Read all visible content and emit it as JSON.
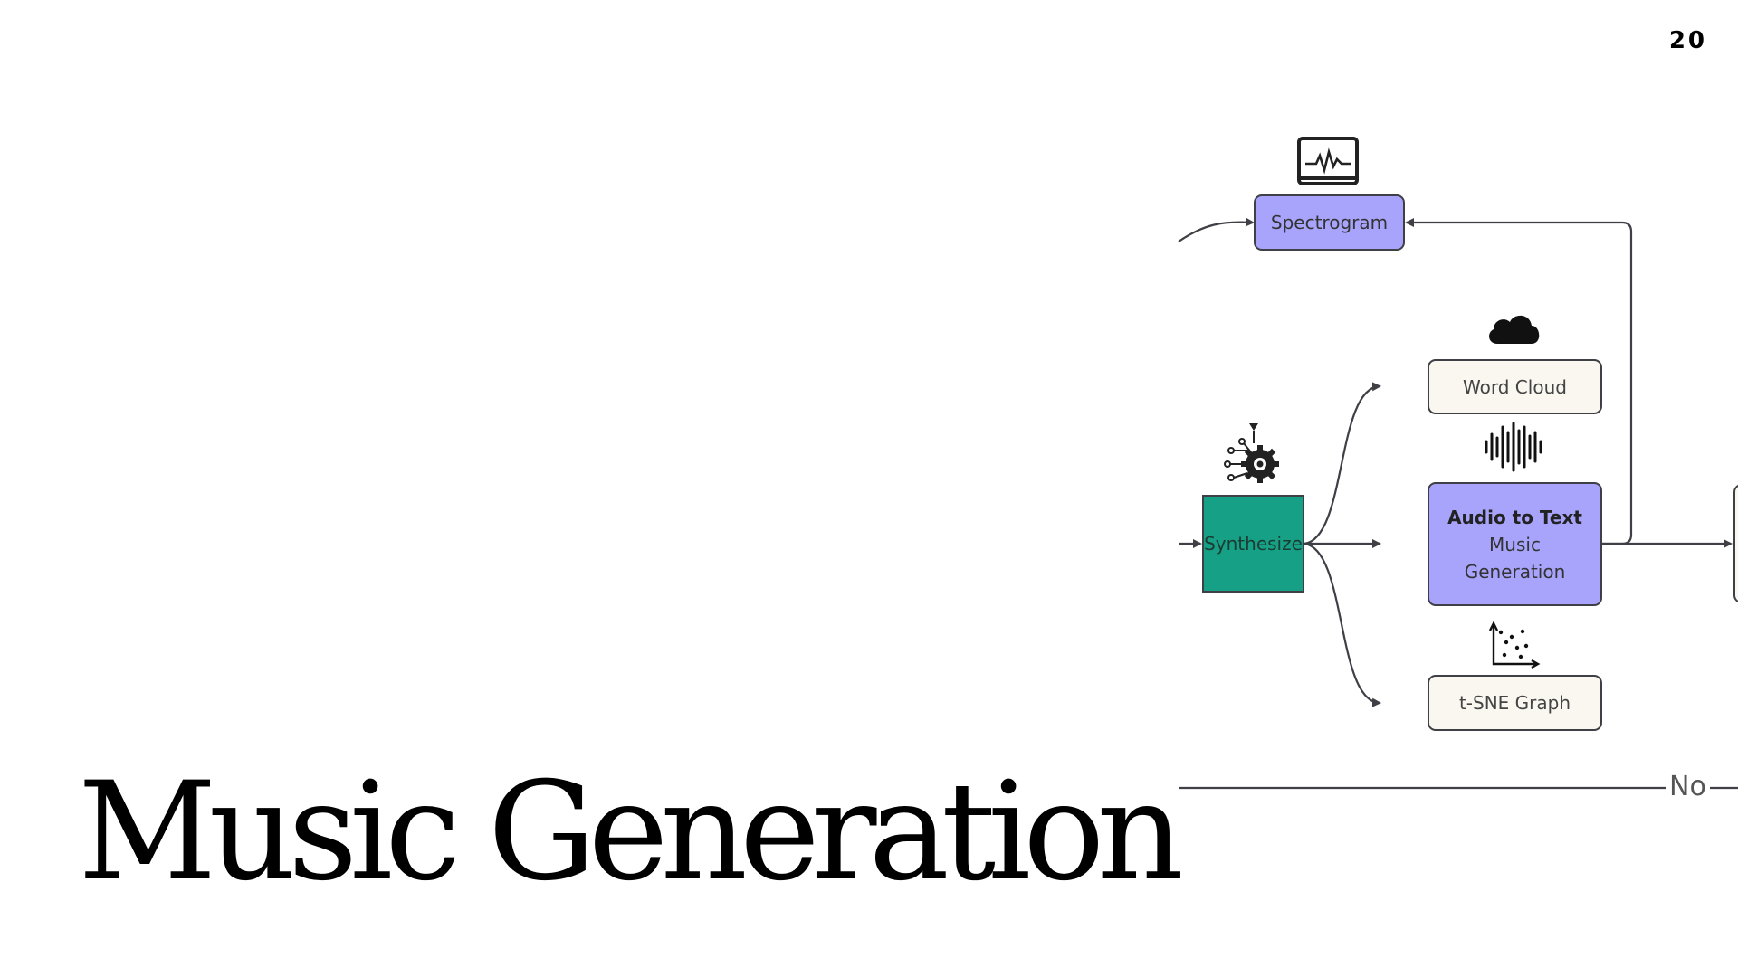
{
  "slide": {
    "page_number": "20",
    "title": "Music Generation"
  },
  "diagram": {
    "nodes": {
      "spectrogram": "Spectrogram",
      "word_cloud": "Word Cloud",
      "synthesize": "Synthesize",
      "audio_to_text_title": "Audio to Text",
      "audio_to_text_sub_1": "Music",
      "audio_to_text_sub_2": "Generation",
      "tsne_graph": "t-SNE Graph"
    },
    "divider_label": "No",
    "colors": {
      "purple_node": "#a8a4fb",
      "cream_node": "#faf7f0",
      "green_node": "#16a085",
      "edge": "#3f3f46"
    },
    "icons": [
      "waveform-monitor-icon",
      "cloud-icon",
      "gear-network-icon",
      "sound-wave-icon",
      "scatter-plot-icon"
    ]
  }
}
